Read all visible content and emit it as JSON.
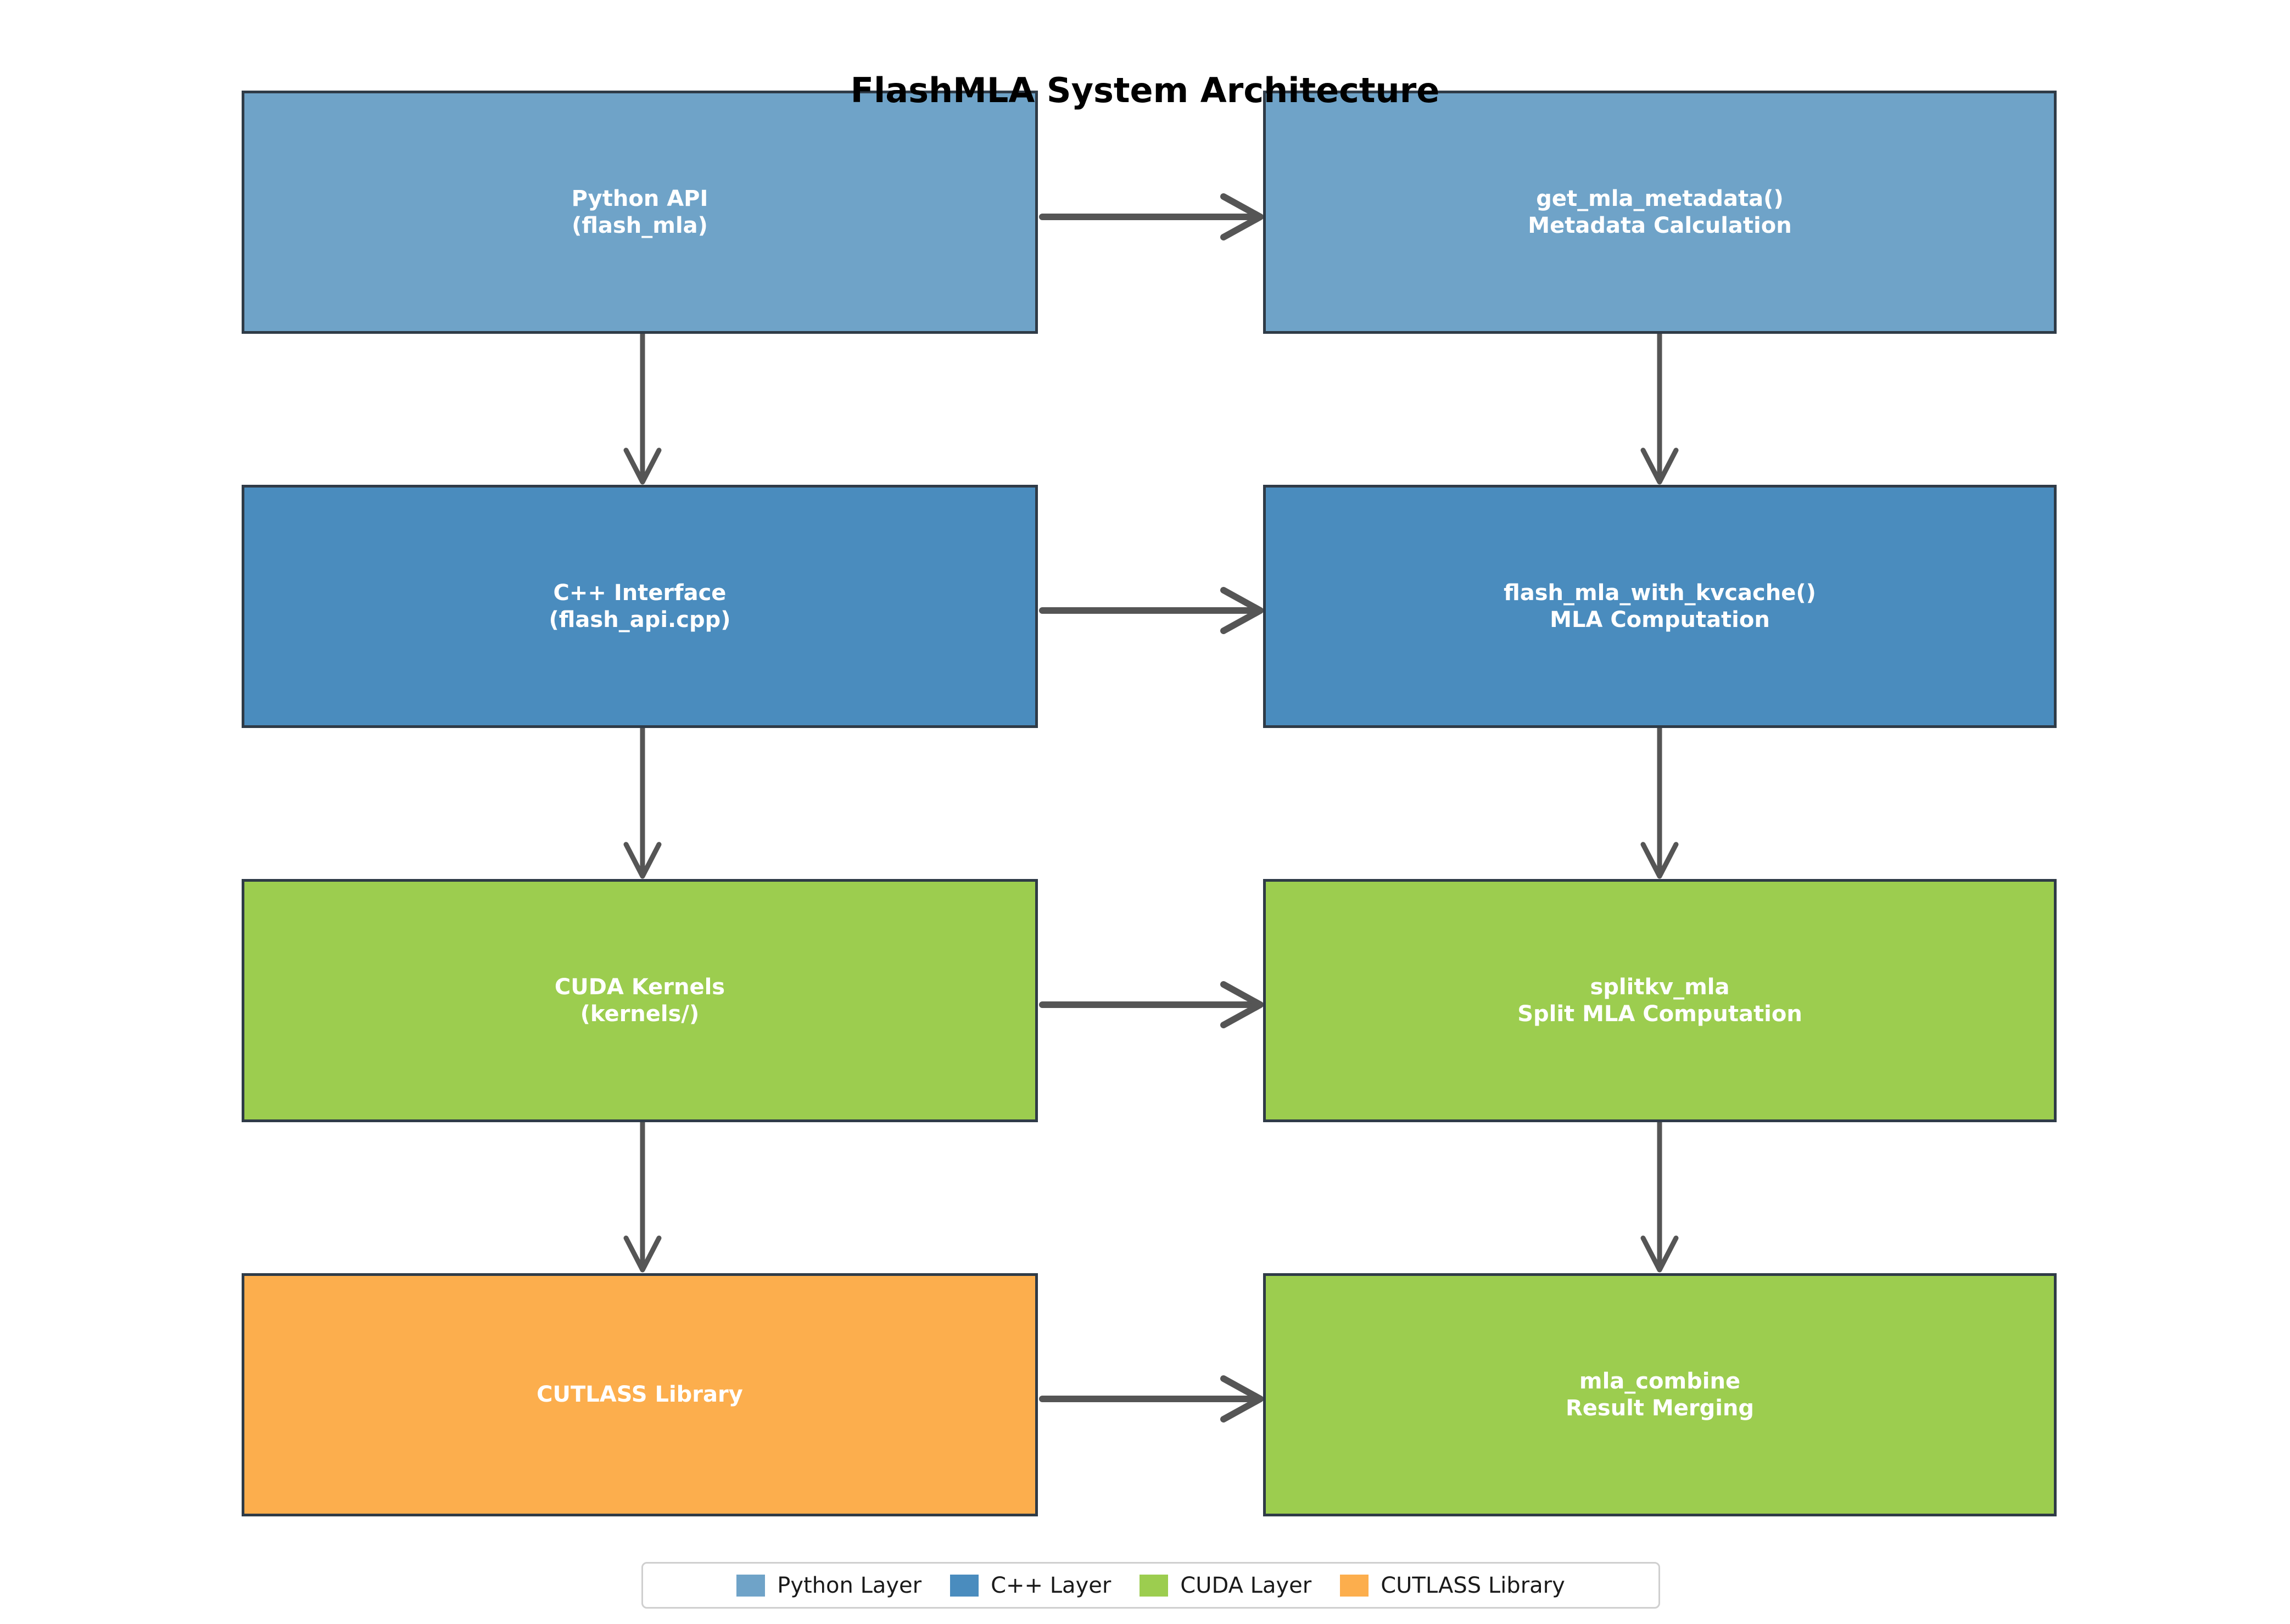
{
  "figure": {
    "title": "FlashMLA System Architecture",
    "background": "#ffffff",
    "arrow_color": "#555555",
    "box_border_color": "#2f3b47",
    "box_text_color": "#ffffff"
  },
  "palette": {
    "python_layer": "#6fa3c8",
    "cpp_layer": "#4a8cbe",
    "cuda_layer": "#9ccd4f",
    "cutlass_library": "#fcae4d"
  },
  "nodes": [
    {
      "id": "python-api",
      "line1": "Python API",
      "line2": "(flash_mla)",
      "layer": "Python Layer",
      "color": "#6fa3c8"
    },
    {
      "id": "get-mla-metadata",
      "line1": "get_mla_metadata()",
      "line2": "Metadata Calculation",
      "layer": "Python Layer",
      "color": "#6fa3c8"
    },
    {
      "id": "cpp-interface",
      "line1": "C++ Interface",
      "line2": "(flash_api.cpp)",
      "layer": "C++ Layer",
      "color": "#4a8cbe"
    },
    {
      "id": "flash-mla-with-kvcache",
      "line1": "flash_mla_with_kvcache()",
      "line2": "MLA Computation",
      "layer": "C++ Layer",
      "color": "#4a8cbe"
    },
    {
      "id": "cuda-kernels",
      "line1": "CUDA Kernels",
      "line2": "(kernels/)",
      "layer": "CUDA Layer",
      "color": "#9ccd4f"
    },
    {
      "id": "splitkv-mla",
      "line1": "splitkv_mla",
      "line2": "Split MLA Computation",
      "layer": "CUDA Layer",
      "color": "#9ccd4f"
    },
    {
      "id": "cutlass-library",
      "line1": "CUTLASS Library",
      "line2": "",
      "layer": "CUTLASS Library",
      "color": "#fcae4d"
    },
    {
      "id": "mla-combine",
      "line1": "mla_combine",
      "line2": "Result Merging",
      "layer": "CUDA Layer",
      "color": "#9ccd4f"
    }
  ],
  "edges": [
    {
      "from": "python-api",
      "to": "get-mla-metadata",
      "direction": "horizontal"
    },
    {
      "from": "cpp-interface",
      "to": "flash-mla-with-kvcache",
      "direction": "horizontal"
    },
    {
      "from": "cuda-kernels",
      "to": "splitkv-mla",
      "direction": "horizontal"
    },
    {
      "from": "cutlass-library",
      "to": "mla-combine",
      "direction": "horizontal"
    },
    {
      "from": "python-api",
      "to": "cpp-interface",
      "direction": "vertical"
    },
    {
      "from": "cpp-interface",
      "to": "cuda-kernels",
      "direction": "vertical"
    },
    {
      "from": "cuda-kernels",
      "to": "cutlass-library",
      "direction": "vertical"
    },
    {
      "from": "get-mla-metadata",
      "to": "flash-mla-with-kvcache",
      "direction": "vertical"
    },
    {
      "from": "flash-mla-with-kvcache",
      "to": "splitkv-mla",
      "direction": "vertical"
    },
    {
      "from": "splitkv-mla",
      "to": "mla-combine",
      "direction": "vertical"
    }
  ],
  "legend": {
    "items": [
      {
        "label": "Python Layer",
        "color": "#6fa3c8"
      },
      {
        "label": "C++ Layer",
        "color": "#4a8cbe"
      },
      {
        "label": "CUDA Layer",
        "color": "#9ccd4f"
      },
      {
        "label": "CUTLASS Library",
        "color": "#fcae4d"
      }
    ]
  }
}
